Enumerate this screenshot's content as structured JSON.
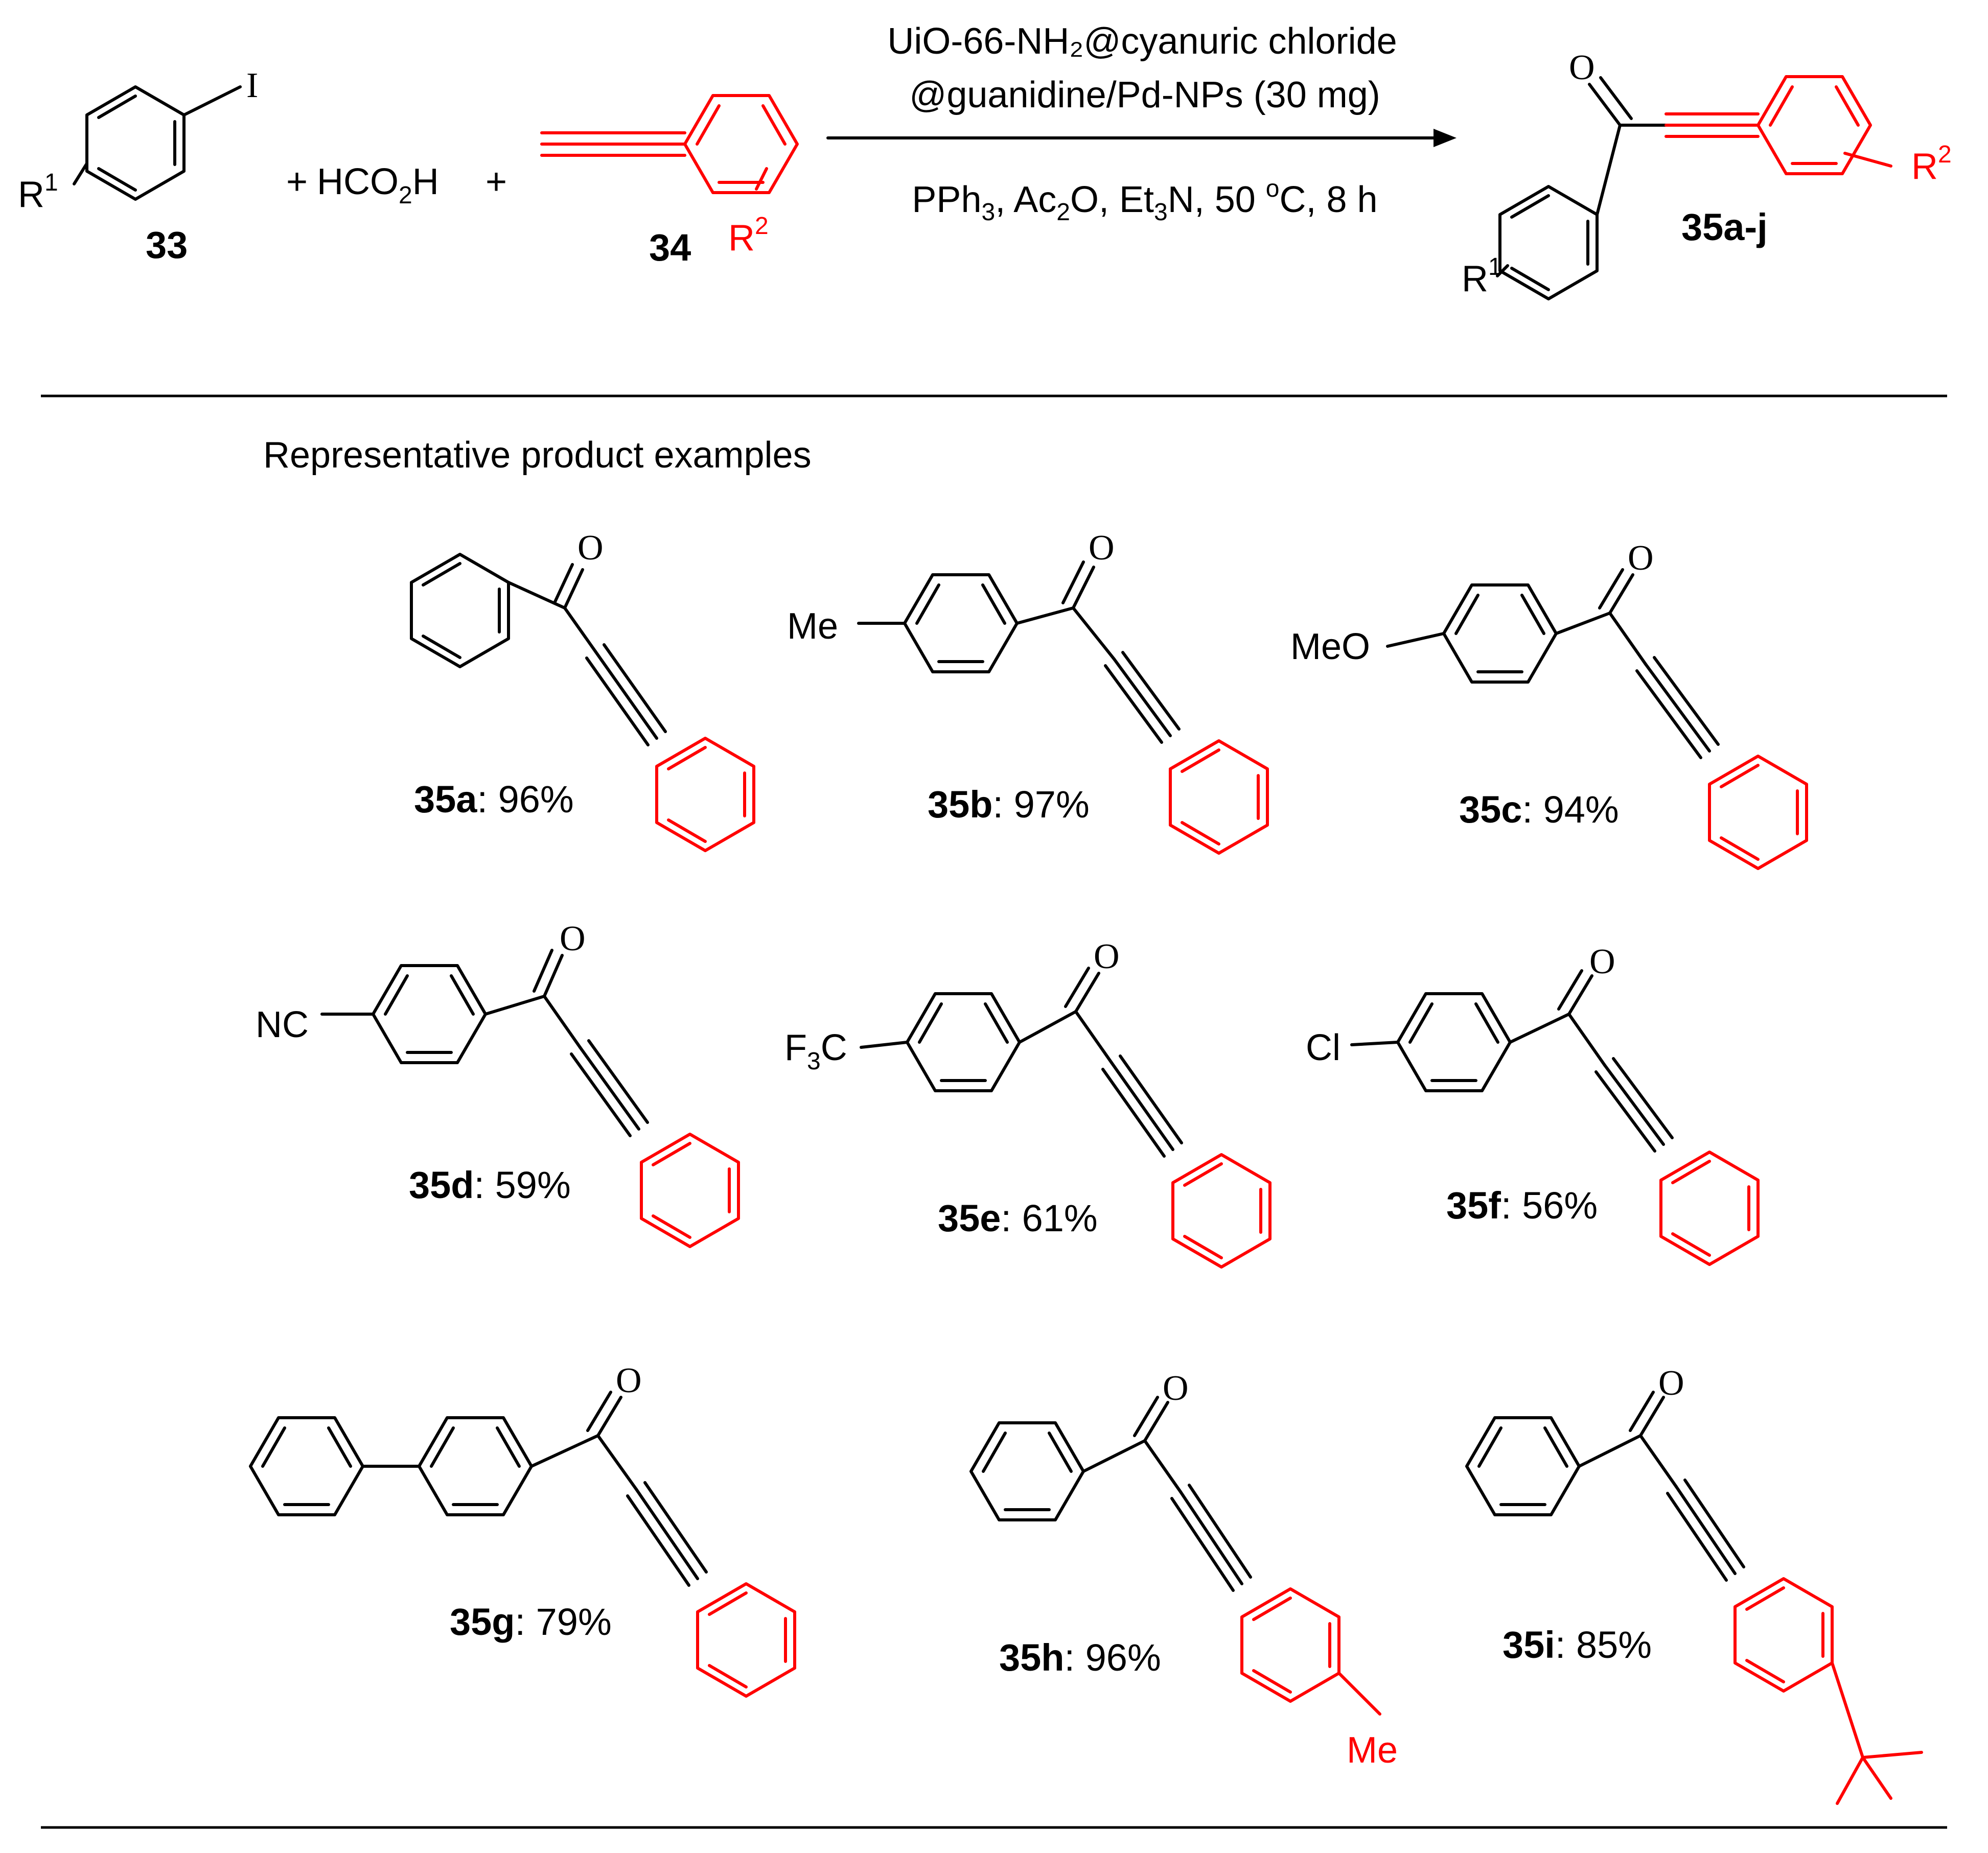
{
  "reaction": {
    "reactant_label": "33",
    "alkyne_label": "34",
    "product_label": "35a-j",
    "iodo_atom": "I",
    "r1": "R",
    "r1_index": "1",
    "r2": "R",
    "r2_index": "2",
    "plus": "+",
    "formic_acid": {
      "a": "HCO",
      "sub": "2",
      "b": "H"
    },
    "carbonyl_O": "O",
    "catalyst_line1": "UiO-66-NH₂@cyanuric chloride",
    "catalyst_line2": "@guanidine/Pd-NPs (30 mg)",
    "conditions": {
      "pph": "PPh",
      "pph_sub": "3",
      "ac": ", Ac",
      "ac_sub": "2",
      "et": "O, Et",
      "et_sub": "3",
      "rest": "N, 50 ",
      "deg": "o",
      "tail": "C, 8 h"
    }
  },
  "section_title": "Representative product examples",
  "products": [
    {
      "label": "35a",
      "yield": ": 96%"
    },
    {
      "label": "35b",
      "yield": ": 97%",
      "substituent": "Me"
    },
    {
      "label": "35c",
      "yield": ": 94%",
      "substituent": "MeO"
    },
    {
      "label": "35d",
      "yield": ": 59%",
      "substituent": "NC"
    },
    {
      "label": "35e",
      "yield": ": 61%",
      "substituent": {
        "a": "F",
        "sub": "3",
        "b": "C"
      }
    },
    {
      "label": "35f",
      "yield": ": 56%",
      "substituent": "Cl"
    },
    {
      "label": "35g",
      "yield": ": 79%"
    },
    {
      "label": "35h",
      "yield": ": 96%",
      "substituent_red": "Me"
    },
    {
      "label": "35i",
      "yield": ": 85%"
    }
  ],
  "colors": {
    "reagent_fragment": "#ff0000",
    "main": "#000000"
  }
}
